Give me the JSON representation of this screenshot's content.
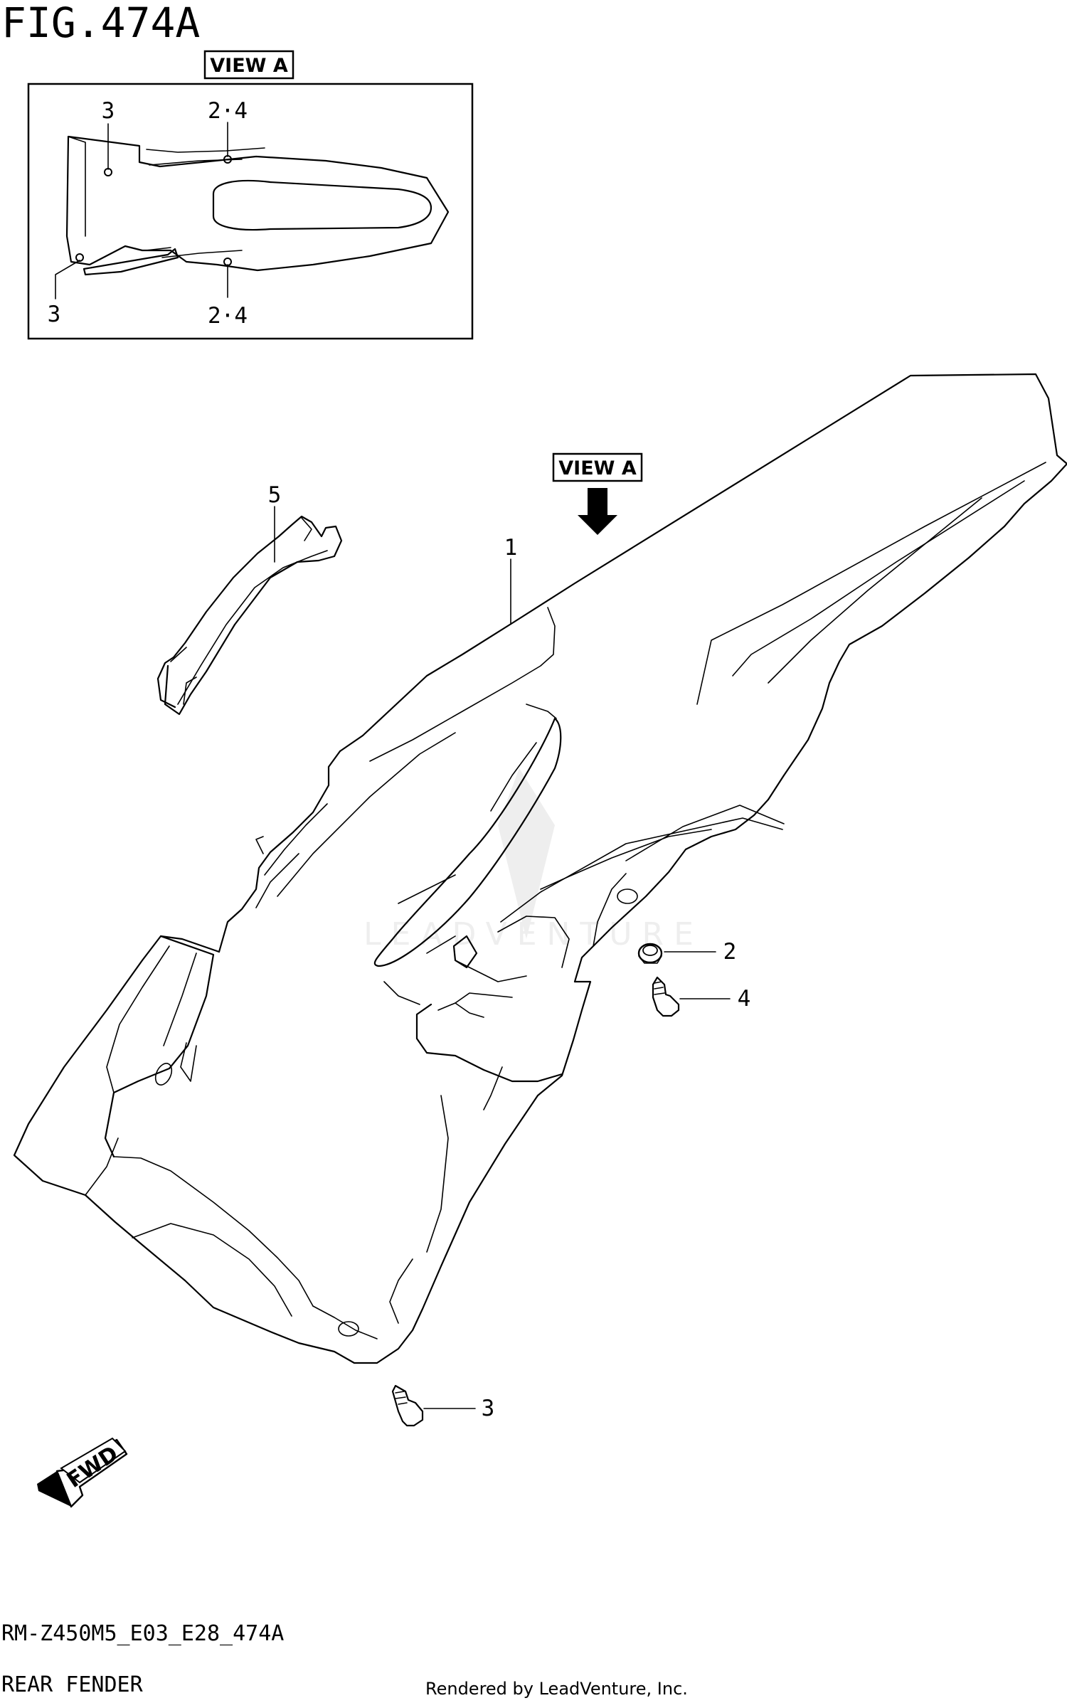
{
  "figure": {
    "title": "FIG.474A",
    "view_label": "VIEW A",
    "inset_view_label": "VIEW A",
    "fwd_label": "FWD"
  },
  "inset": {
    "callouts": [
      {
        "id": "inset-callout-3-top",
        "text": "3"
      },
      {
        "id": "inset-callout-24-top",
        "text": "2·4"
      },
      {
        "id": "inset-callout-3-bottom",
        "text": "3"
      },
      {
        "id": "inset-callout-24-bottom",
        "text": "2·4"
      }
    ]
  },
  "main": {
    "callouts": [
      {
        "id": "callout-1",
        "text": "1"
      },
      {
        "id": "callout-2",
        "text": "2"
      },
      {
        "id": "callout-3",
        "text": "3"
      },
      {
        "id": "callout-4",
        "text": "4"
      },
      {
        "id": "callout-5",
        "text": "5"
      }
    ]
  },
  "footer": {
    "model_code": "RM-Z450M5_E03_E28_474A",
    "section_name": "REAR FENDER",
    "rendered_by": "Rendered by LeadVenture, Inc.",
    "watermark": "LEADVENTURE"
  }
}
